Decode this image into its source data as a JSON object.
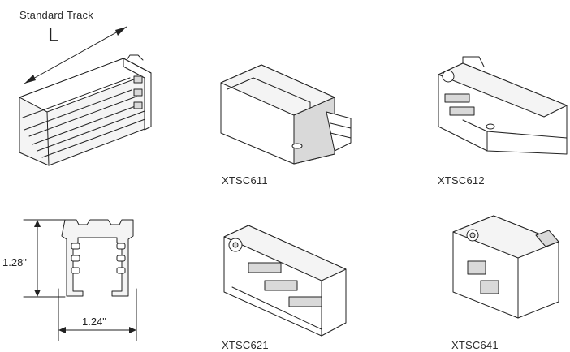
{
  "track": {
    "title": "Standard Track",
    "length_symbol": "L",
    "height_dim": "1.28\"",
    "width_dim": "1.24\""
  },
  "parts": [
    {
      "code": "XTSC611"
    },
    {
      "code": "XTSC612"
    },
    {
      "code": "XTSC621"
    },
    {
      "code": "XTSC641"
    }
  ],
  "colors": {
    "line": "#222222",
    "fill": "#f4f4f4",
    "shade": "#d9d9d9"
  }
}
